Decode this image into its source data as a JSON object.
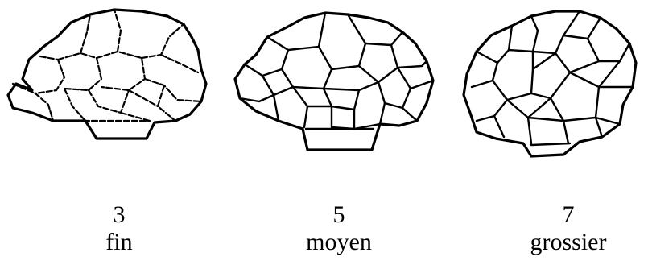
{
  "figure": {
    "specimens": [
      {
        "number": "3",
        "label": "fin"
      },
      {
        "number": "5",
        "label": "moyen"
      },
      {
        "number": "7",
        "label": "grossier"
      }
    ]
  }
}
